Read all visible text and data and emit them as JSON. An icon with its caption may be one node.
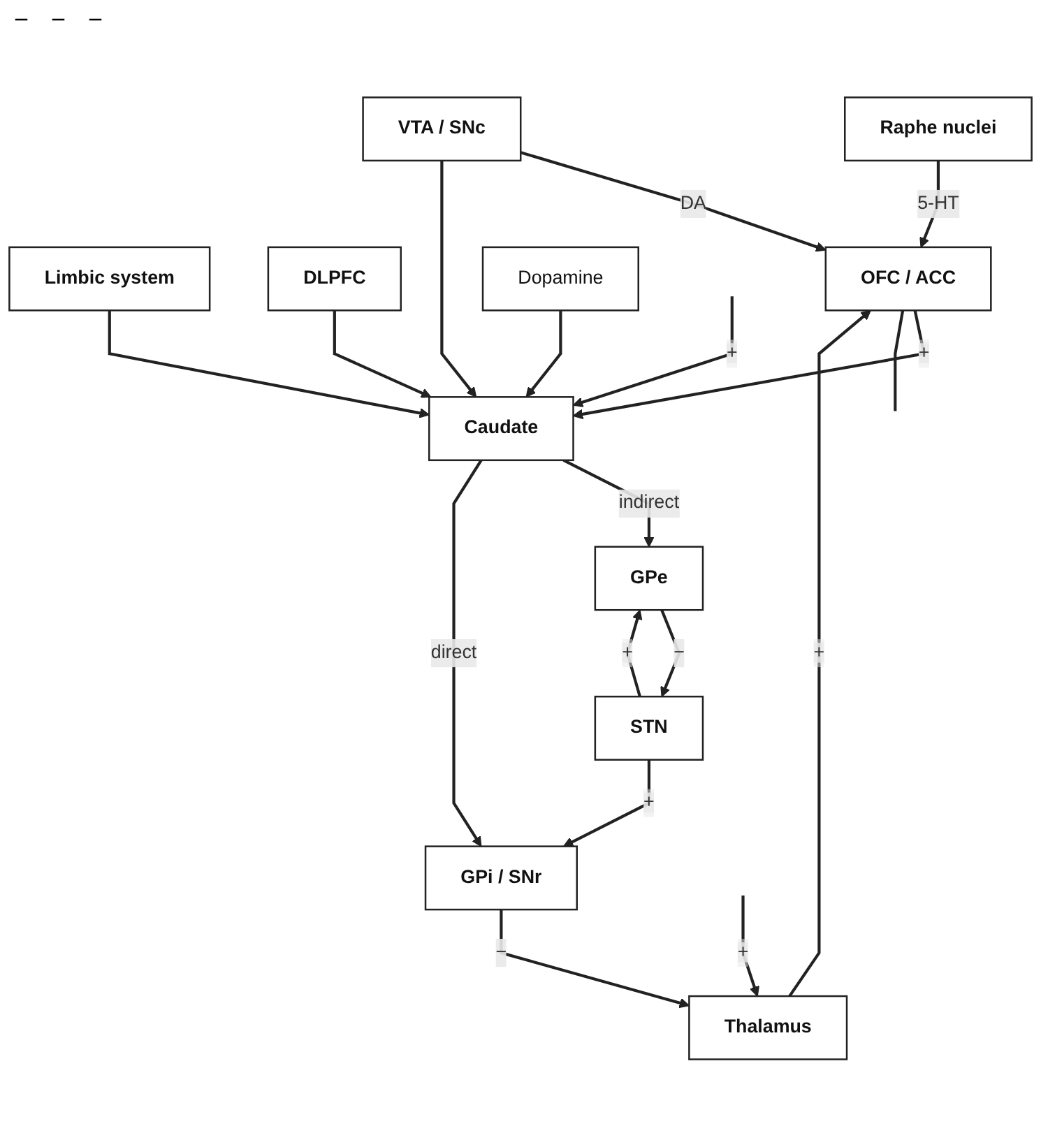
{
  "diagram": {
    "nodes": [
      {
        "text": [
          "Raphe nuclei"
        ]
      },
      {
        "text": [
          "OFC / ACC"
        ]
      },
      {
        "text": [
          "VTA / SNc"
        ]
      },
      {
        "text": [
          "Caudate"
        ]
      },
      {
        "text": [
          "Limbic system"
        ]
      },
      {
        "text": [
          "DLPFC"
        ]
      },
      {
        "text": [
          "GPe"
        ]
      },
      {
        "text": [
          "Dopamine"
        ]
      },
      {
        "text": [
          "STN"
        ]
      },
      {
        "text": [
          "GPi / SNr"
        ]
      },
      {
        "text": [
          "Thalamus"
        ]
      }
    ],
    "edges": [
      {
        "from": 0,
        "to": 1,
        "arrow": "to",
        "label": "5-HT"
      },
      {
        "from": 2,
        "to": 1,
        "arrow": "to",
        "label": "DA"
      },
      {
        "from": 2,
        "to": 3,
        "arrow": "to"
      },
      {
        "from": 4,
        "to": 3,
        "arrow": "to"
      },
      {
        "from": 5,
        "to": 3,
        "arrow": "to"
      },
      {
        "from": 1,
        "to": 3,
        "arrow": "to",
        "label": "+"
      },
      {
        "from": 1,
        "to": null,
        "arrow": "none"
      },
      {
        "from": null,
        "to": 3,
        "arrow": "to",
        "label": "+"
      },
      {
        "from": 3,
        "to": 6,
        "arrow": "to",
        "label": "indirect"
      },
      {
        "from": 7,
        "to": 3,
        "arrow": "to"
      },
      {
        "from": 6,
        "to": 8,
        "arrow": "to",
        "label": "−"
      },
      {
        "from": 8,
        "to": 6,
        "arrow": "to",
        "label": "+"
      },
      {
        "from": 8,
        "to": 9,
        "arrow": "to",
        "label": "+"
      },
      {
        "from": 3,
        "to": 9,
        "arrow": "to",
        "label": "direct"
      },
      {
        "from": 9,
        "to": 10,
        "arrow": "to",
        "label": "−"
      },
      {
        "from": 10,
        "to": 1,
        "arrow": "to",
        "label": "+"
      },
      {
        "from": null,
        "to": 10,
        "arrow": "to",
        "label": "+"
      }
    ],
    "labels": [
      "−",
      "−",
      "−"
    ]
  }
}
